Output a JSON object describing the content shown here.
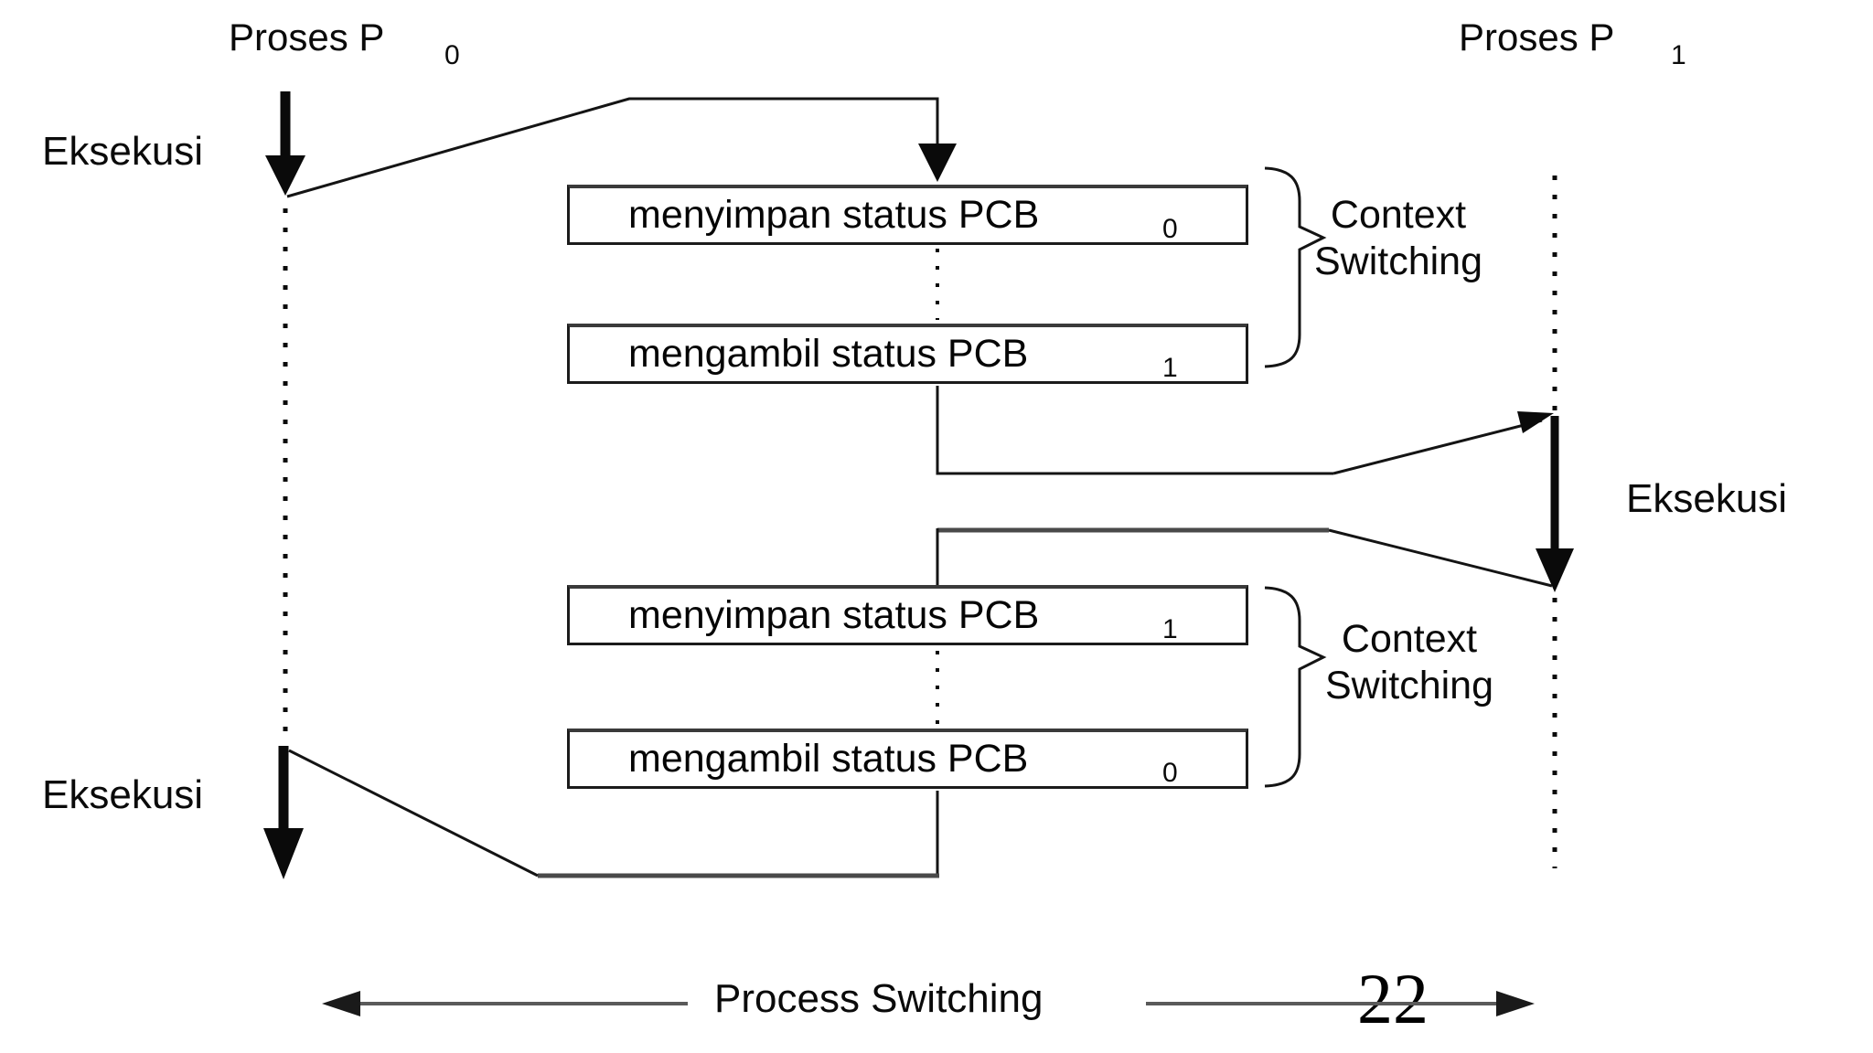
{
  "diagram": {
    "process_left": {
      "name": "Proses P",
      "sub": "0"
    },
    "process_right": {
      "name": "Proses P",
      "sub": "1"
    },
    "execution_top_left": "Eksekusi",
    "execution_bottom_left": "Eksekusi",
    "execution_right": "Eksekusi",
    "boxes": [
      {
        "label": "menyimpan status PCB",
        "sub": "0"
      },
      {
        "label": "mengambil status PCB",
        "sub": "1"
      },
      {
        "label": "menyimpan status PCB",
        "sub": "1"
      },
      {
        "label": "mengambil status PCB",
        "sub": "0"
      }
    ],
    "context_switching_top": {
      "line1": "Context",
      "line2": "Switching"
    },
    "context_switching_bottom": {
      "line1": "Context",
      "line2": "Switching"
    },
    "process_switching_label": "Process Switching",
    "page_number": "22",
    "colors": {
      "line": "#1a1a1a",
      "gray_line": "#555555",
      "background": "#ffffff",
      "text": "#000000"
    }
  }
}
